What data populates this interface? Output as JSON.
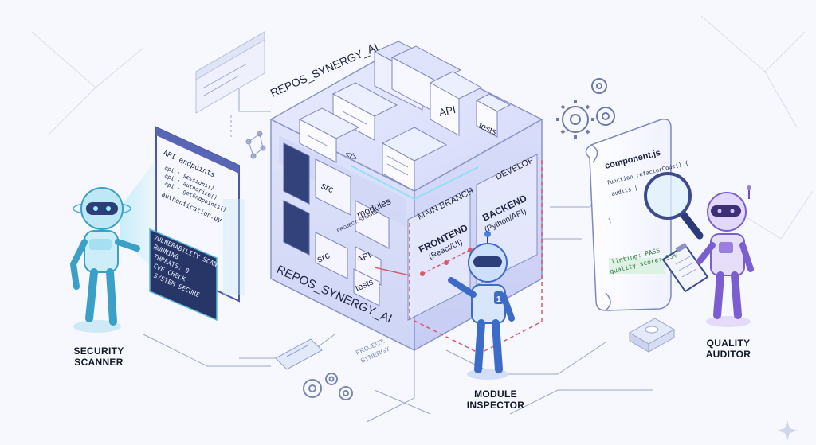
{
  "repo": {
    "name_top": "REPOS_SYNERGY_AI",
    "name_bottom": "REPOS_SYNERGY_AI",
    "develop": "DEVELOP",
    "main_branch": "MAIN BRANCH",
    "project_tag": "PROJECT: SYNERGY",
    "folders": [
      "src",
      "modules",
      "src",
      "API",
      "tests"
    ],
    "top_cards": [
      "</>",
      "API",
      "tests"
    ]
  },
  "frontend": {
    "title": "FRONTEND",
    "subtitle": "(React/UI)"
  },
  "backend": {
    "title": "BACKEND",
    "subtitle": "(Python/API)"
  },
  "endpoints_panel": {
    "heading": "API endpoints",
    "lines": [
      "api : sessions()",
      "api : authorize()",
      "api : getEndpoints()",
      "authentication.py"
    ]
  },
  "scan_panel": {
    "lines": [
      "VULNERABILITY SCAN",
      "RUNNING",
      "THREATS: 0",
      "CVE CHECK",
      "SYSTEM SECURE"
    ]
  },
  "code_scroll": {
    "filename": "component.js",
    "lines": [
      "function refactorCode() {",
      "audits |",
      "}"
    ],
    "lint": "linting: PASS",
    "score": "quality score: 95%"
  },
  "floor_tag": {
    "line1": "PROJECT:",
    "line2": "SYNERGY"
  },
  "agents": [
    {
      "line1": "SECURITY",
      "line2": "SCANNER"
    },
    {
      "line1": "MODULE",
      "line2": "INSPECTOR"
    },
    {
      "line1": "QUALITY",
      "line2": "AUDITOR"
    }
  ],
  "badge": "1",
  "colors": {
    "accent": "#7b83e6",
    "scanner": "#5cc8e4",
    "auditor": "#9b7ee0",
    "inspector": "#5f8fe4",
    "dashed": "#d85a6a",
    "lint": "#2f9a4a"
  }
}
